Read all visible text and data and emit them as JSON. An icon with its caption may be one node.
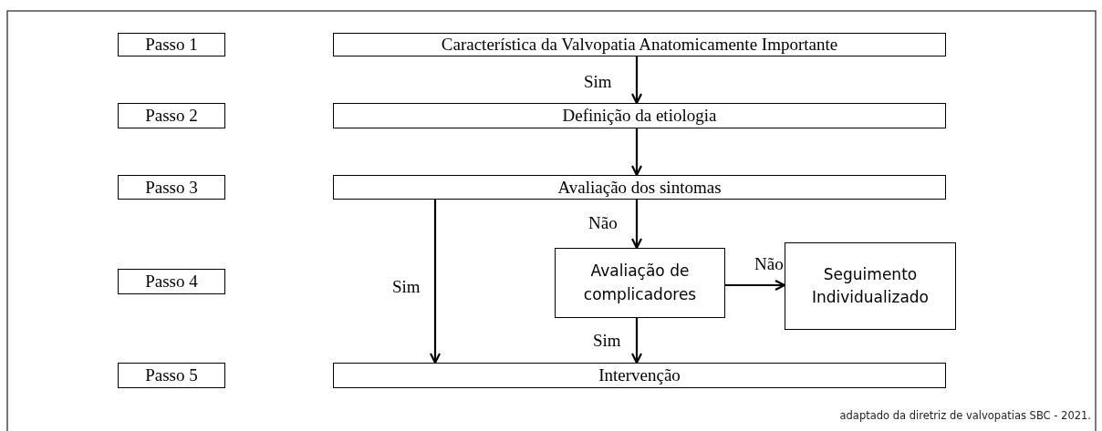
{
  "diagram": {
    "caption": "adaptado da diretriz de valvopatias SBC - 2021.",
    "nodes": [
      {
        "text": [
          "Passo 1"
        ]
      },
      {
        "text": [
          "Característica da Valvopatia Anatomicamente Importante"
        ]
      },
      {
        "text": [
          "Passo 2"
        ]
      },
      {
        "text": [
          "Definição da etiologia"
        ]
      },
      {
        "text": [
          "Passo 3"
        ]
      },
      {
        "text": [
          "Avaliação dos sintomas"
        ]
      },
      {
        "text": [
          "Avaliação de complicadores"
        ]
      },
      {
        "text": [
          "Seguimento Individualizado"
        ]
      },
      {
        "text": [
          "Passo 4"
        ]
      },
      {
        "text": [
          "Intervenção"
        ]
      },
      {
        "text": [
          "Passo 5"
        ]
      }
    ],
    "edges": [
      {
        "from": 1,
        "to": 3,
        "arrow": "to",
        "label": "Sim"
      },
      {
        "from": 3,
        "to": 5,
        "arrow": "to"
      },
      {
        "from": 5,
        "to": 6,
        "arrow": "to",
        "label": "Não"
      },
      {
        "from": 6,
        "to": 7,
        "arrow": "to",
        "label": "Não"
      },
      {
        "from": 6,
        "to": 9,
        "arrow": "to",
        "label": "Sim"
      },
      {
        "from": 5,
        "to": 9,
        "arrow": "to",
        "label": "Sim"
      }
    ]
  }
}
